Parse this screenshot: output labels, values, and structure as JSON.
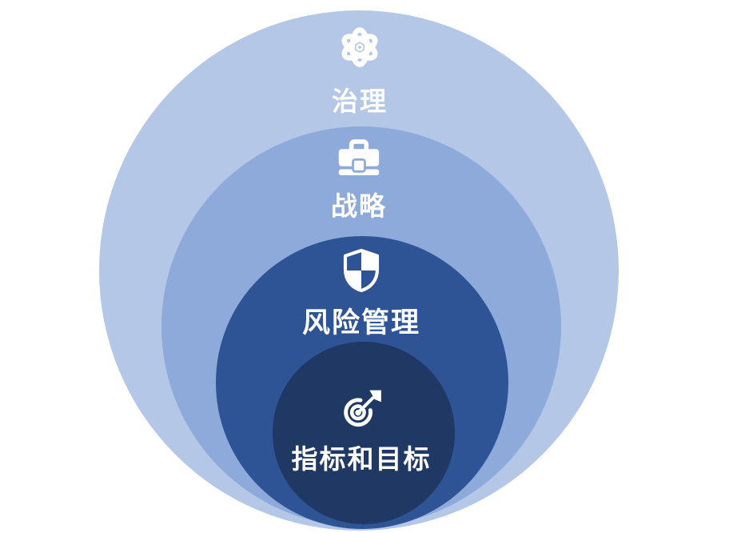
{
  "diagram": {
    "type": "nested-circles",
    "background": "#FFFFFF",
    "text_color": "#FFFFFF",
    "layers": [
      {
        "label": "治理",
        "icon": "atom-icon",
        "color": "#B4C7E7"
      },
      {
        "label": "战略",
        "icon": "briefcase-icon",
        "color": "#8EAADB"
      },
      {
        "label": "风险管理",
        "icon": "shield-check-icon",
        "color": "#2F5496"
      },
      {
        "label": "指标和目标",
        "icon": "target-arrow-icon",
        "color": "#1F3864"
      }
    ]
  }
}
